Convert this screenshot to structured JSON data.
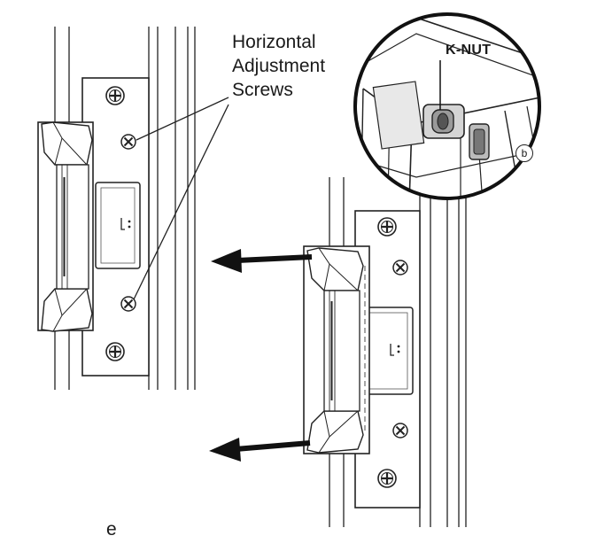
{
  "labels": {
    "callout_line1": "Horizontal",
    "callout_line2": "Adjustment",
    "callout_line3": "Screws",
    "knut": "K-NUT",
    "detail_badge": "b",
    "stray_char": "e"
  },
  "colors": {
    "ink": "#1a1a1a",
    "background": "#ffffff",
    "arrow": "#111111"
  },
  "icons": [
    "phillips-screw-icon",
    "arrow-left-icon"
  ]
}
